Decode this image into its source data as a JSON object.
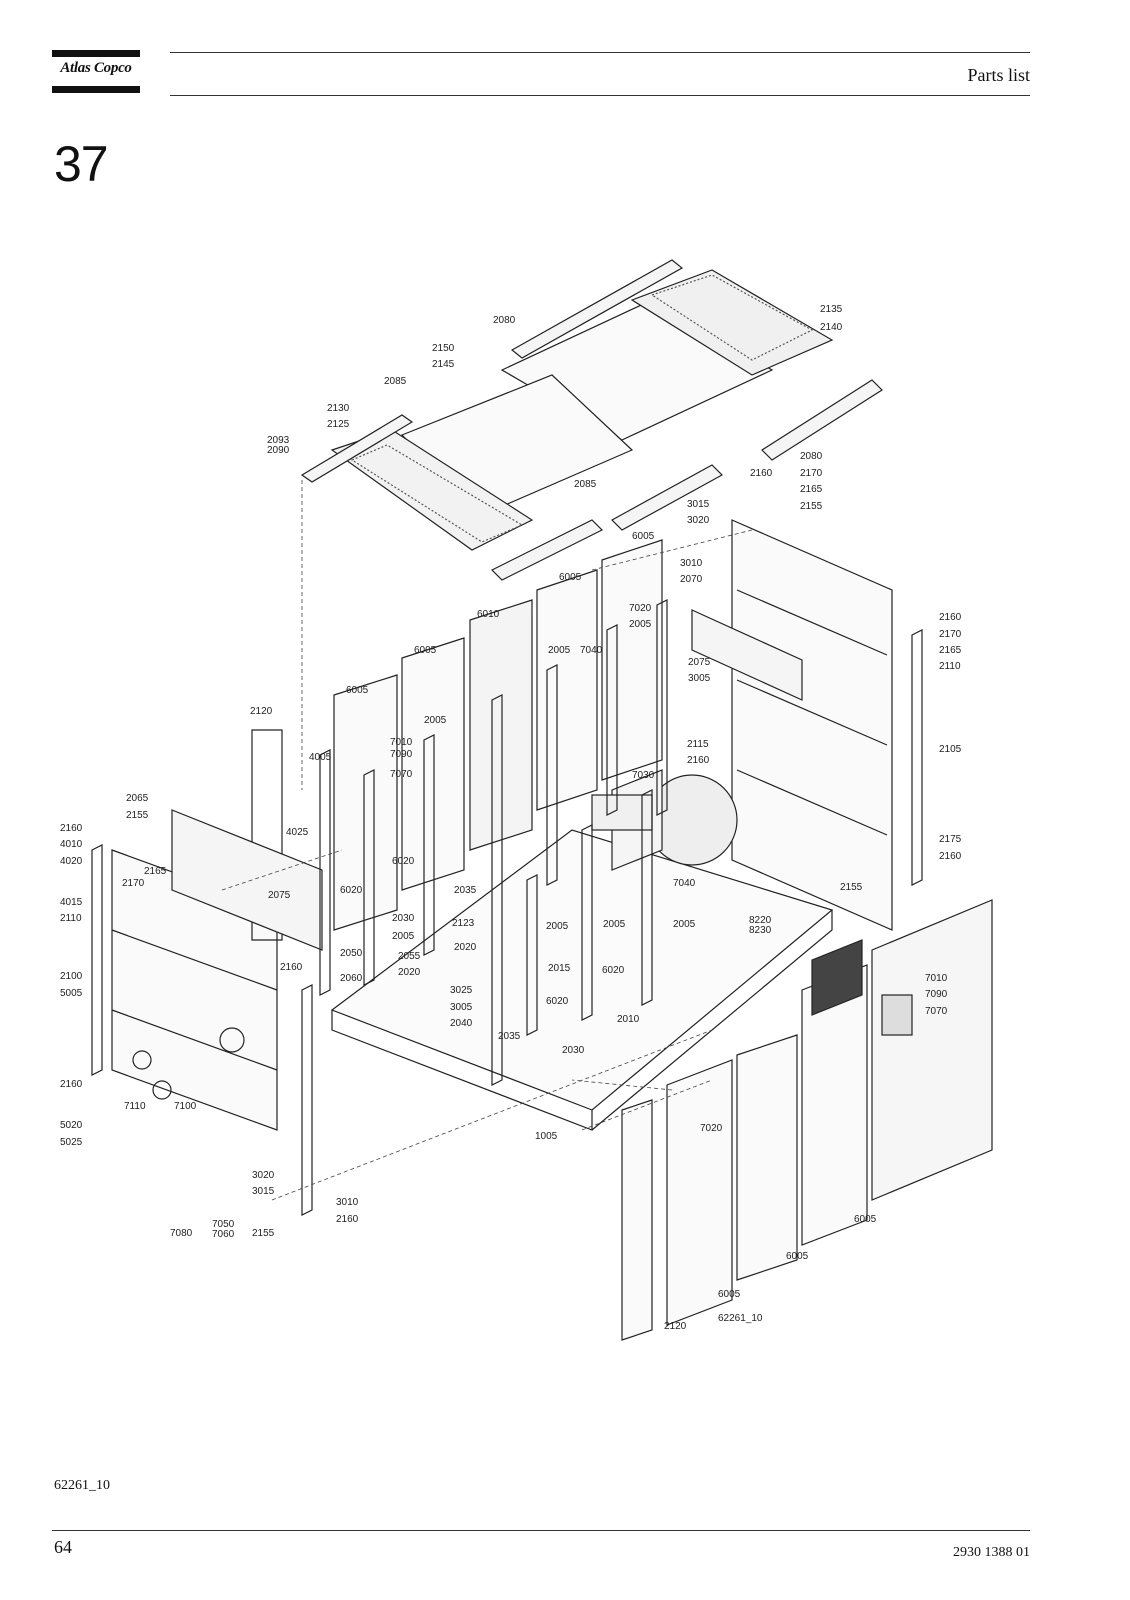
{
  "header": {
    "brand": "Atlas Copco",
    "section_title": "Parts list"
  },
  "chapter_number": "37",
  "drawing": {
    "image_code": "62261_10",
    "labels": [
      "2080",
      "2135",
      "2140",
      "2150",
      "2145",
      "2085",
      "2130",
      "2125",
      "2093",
      "2090",
      "2080",
      "2160",
      "2170",
      "2165",
      "2155",
      "2085",
      "3015",
      "3020",
      "6005",
      "3010",
      "6005",
      "2070",
      "6010",
      "7020",
      "2005",
      "6005",
      "2005",
      "7040",
      "2075",
      "3005",
      "6005",
      "2005",
      "7010",
      "7090",
      "7070",
      "2120",
      "4005",
      "2115",
      "2160",
      "7030",
      "2105",
      "2065",
      "2155",
      "2160",
      "4010",
      "4020",
      "4015",
      "2110",
      "2165",
      "2170",
      "2075",
      "4025",
      "6020",
      "6020",
      "2035",
      "2030",
      "2005",
      "2123",
      "2020",
      "2050",
      "2055",
      "2060",
      "2020",
      "2160",
      "2005",
      "2005",
      "2005",
      "7040",
      "2175",
      "2160",
      "2155",
      "8220",
      "8230",
      "2160",
      "2170",
      "2165",
      "2110",
      "2100",
      "5005",
      "3025",
      "3005",
      "2040",
      "2015",
      "6020",
      "6020",
      "2035",
      "2030",
      "2010",
      "7010",
      "7090",
      "7070",
      "2160",
      "7110",
      "7100",
      "5020",
      "5025",
      "1005",
      "7020",
      "3020",
      "3015",
      "3010",
      "2160",
      "7080",
      "7050",
      "7060",
      "2155",
      "6005",
      "6005",
      "6005",
      "2120",
      "62261_10"
    ]
  },
  "footer": {
    "figure_ref": "62261_10",
    "page_number": "64",
    "document_number": "2930 1388 01"
  }
}
